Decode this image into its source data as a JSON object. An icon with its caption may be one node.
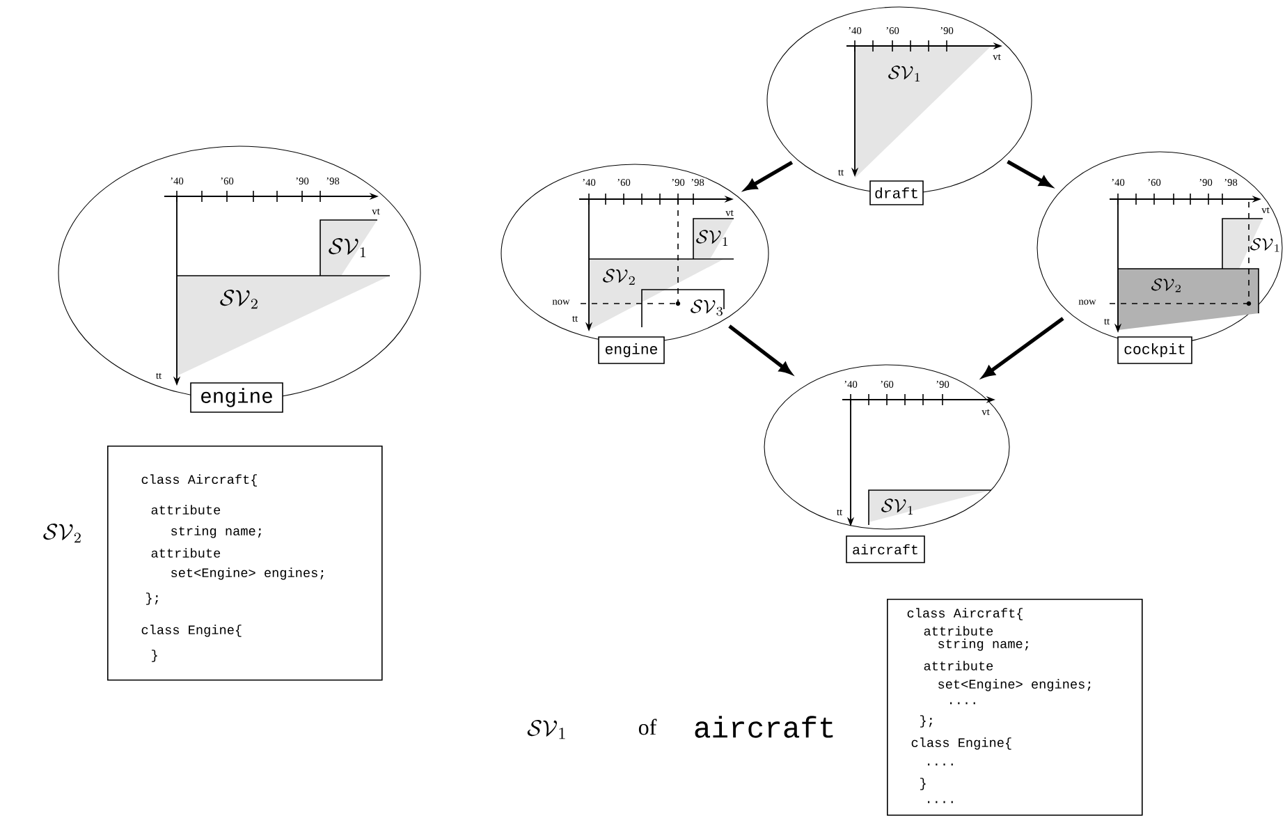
{
  "diagram": {
    "nodes": [
      {
        "text": [
          "’40",
          "’60",
          "’90",
          "’98",
          "vt",
          "\\mathcal{SV}_{1}",
          "\\mathcal{SV}_{2}",
          "tt"
        ]
      },
      {
        "text": [
          "engine"
        ]
      },
      {
        "text": [
          "’40",
          "’60",
          "’90",
          "vt",
          "\\mathcal{SV}_{1}",
          "tt"
        ]
      },
      {
        "text": [
          "draft"
        ]
      },
      {
        "text": [
          "’40",
          "’60",
          "’90",
          "’98",
          "vt",
          "\\mathcal{SV}_{1}",
          "\\mathcal{SV}_{2}",
          "now",
          "\\mathcal{SV}_{3}",
          "tt"
        ]
      },
      {
        "text": [
          "engine"
        ]
      },
      {
        "text": [
          "’40",
          "’60",
          "’90",
          "’98",
          "vt",
          "\\mathcal{SV}_{1}",
          "\\mathcal{SV}_{2}",
          "now",
          "tt"
        ]
      },
      {
        "text": [
          "cockpit"
        ]
      },
      {
        "text": [
          "’40",
          "’60",
          "’90",
          "vt",
          "\\mathcal{SV}_{1}",
          "tt"
        ]
      },
      {
        "text": [
          "aircraft"
        ]
      },
      {
        "text": [
          "class Aircraft{",
          "attribute",
          "string name;",
          "attribute",
          "set<Engine> engines;",
          "};",
          "class Engine{",
          "}"
        ]
      },
      {
        "text": [
          "class Aircraft{",
          "attribute",
          "string name;",
          "attribute",
          "set<Engine> engines;",
          "....",
          "};",
          "class Engine{",
          "....",
          "}",
          "...."
        ]
      }
    ],
    "edges": [
      {
        "from": 2,
        "to": 4,
        "arrow": "to"
      },
      {
        "from": 2,
        "to": 6,
        "arrow": "to"
      },
      {
        "from": 4,
        "to": 8,
        "arrow": "to"
      },
      {
        "from": 6,
        "to": 8,
        "arrow": "to"
      }
    ],
    "labels": [
      "\\mathcal{SV}_{2}",
      "\\mathcal{SV}_{1}",
      "of",
      "aircraft"
    ]
  }
}
